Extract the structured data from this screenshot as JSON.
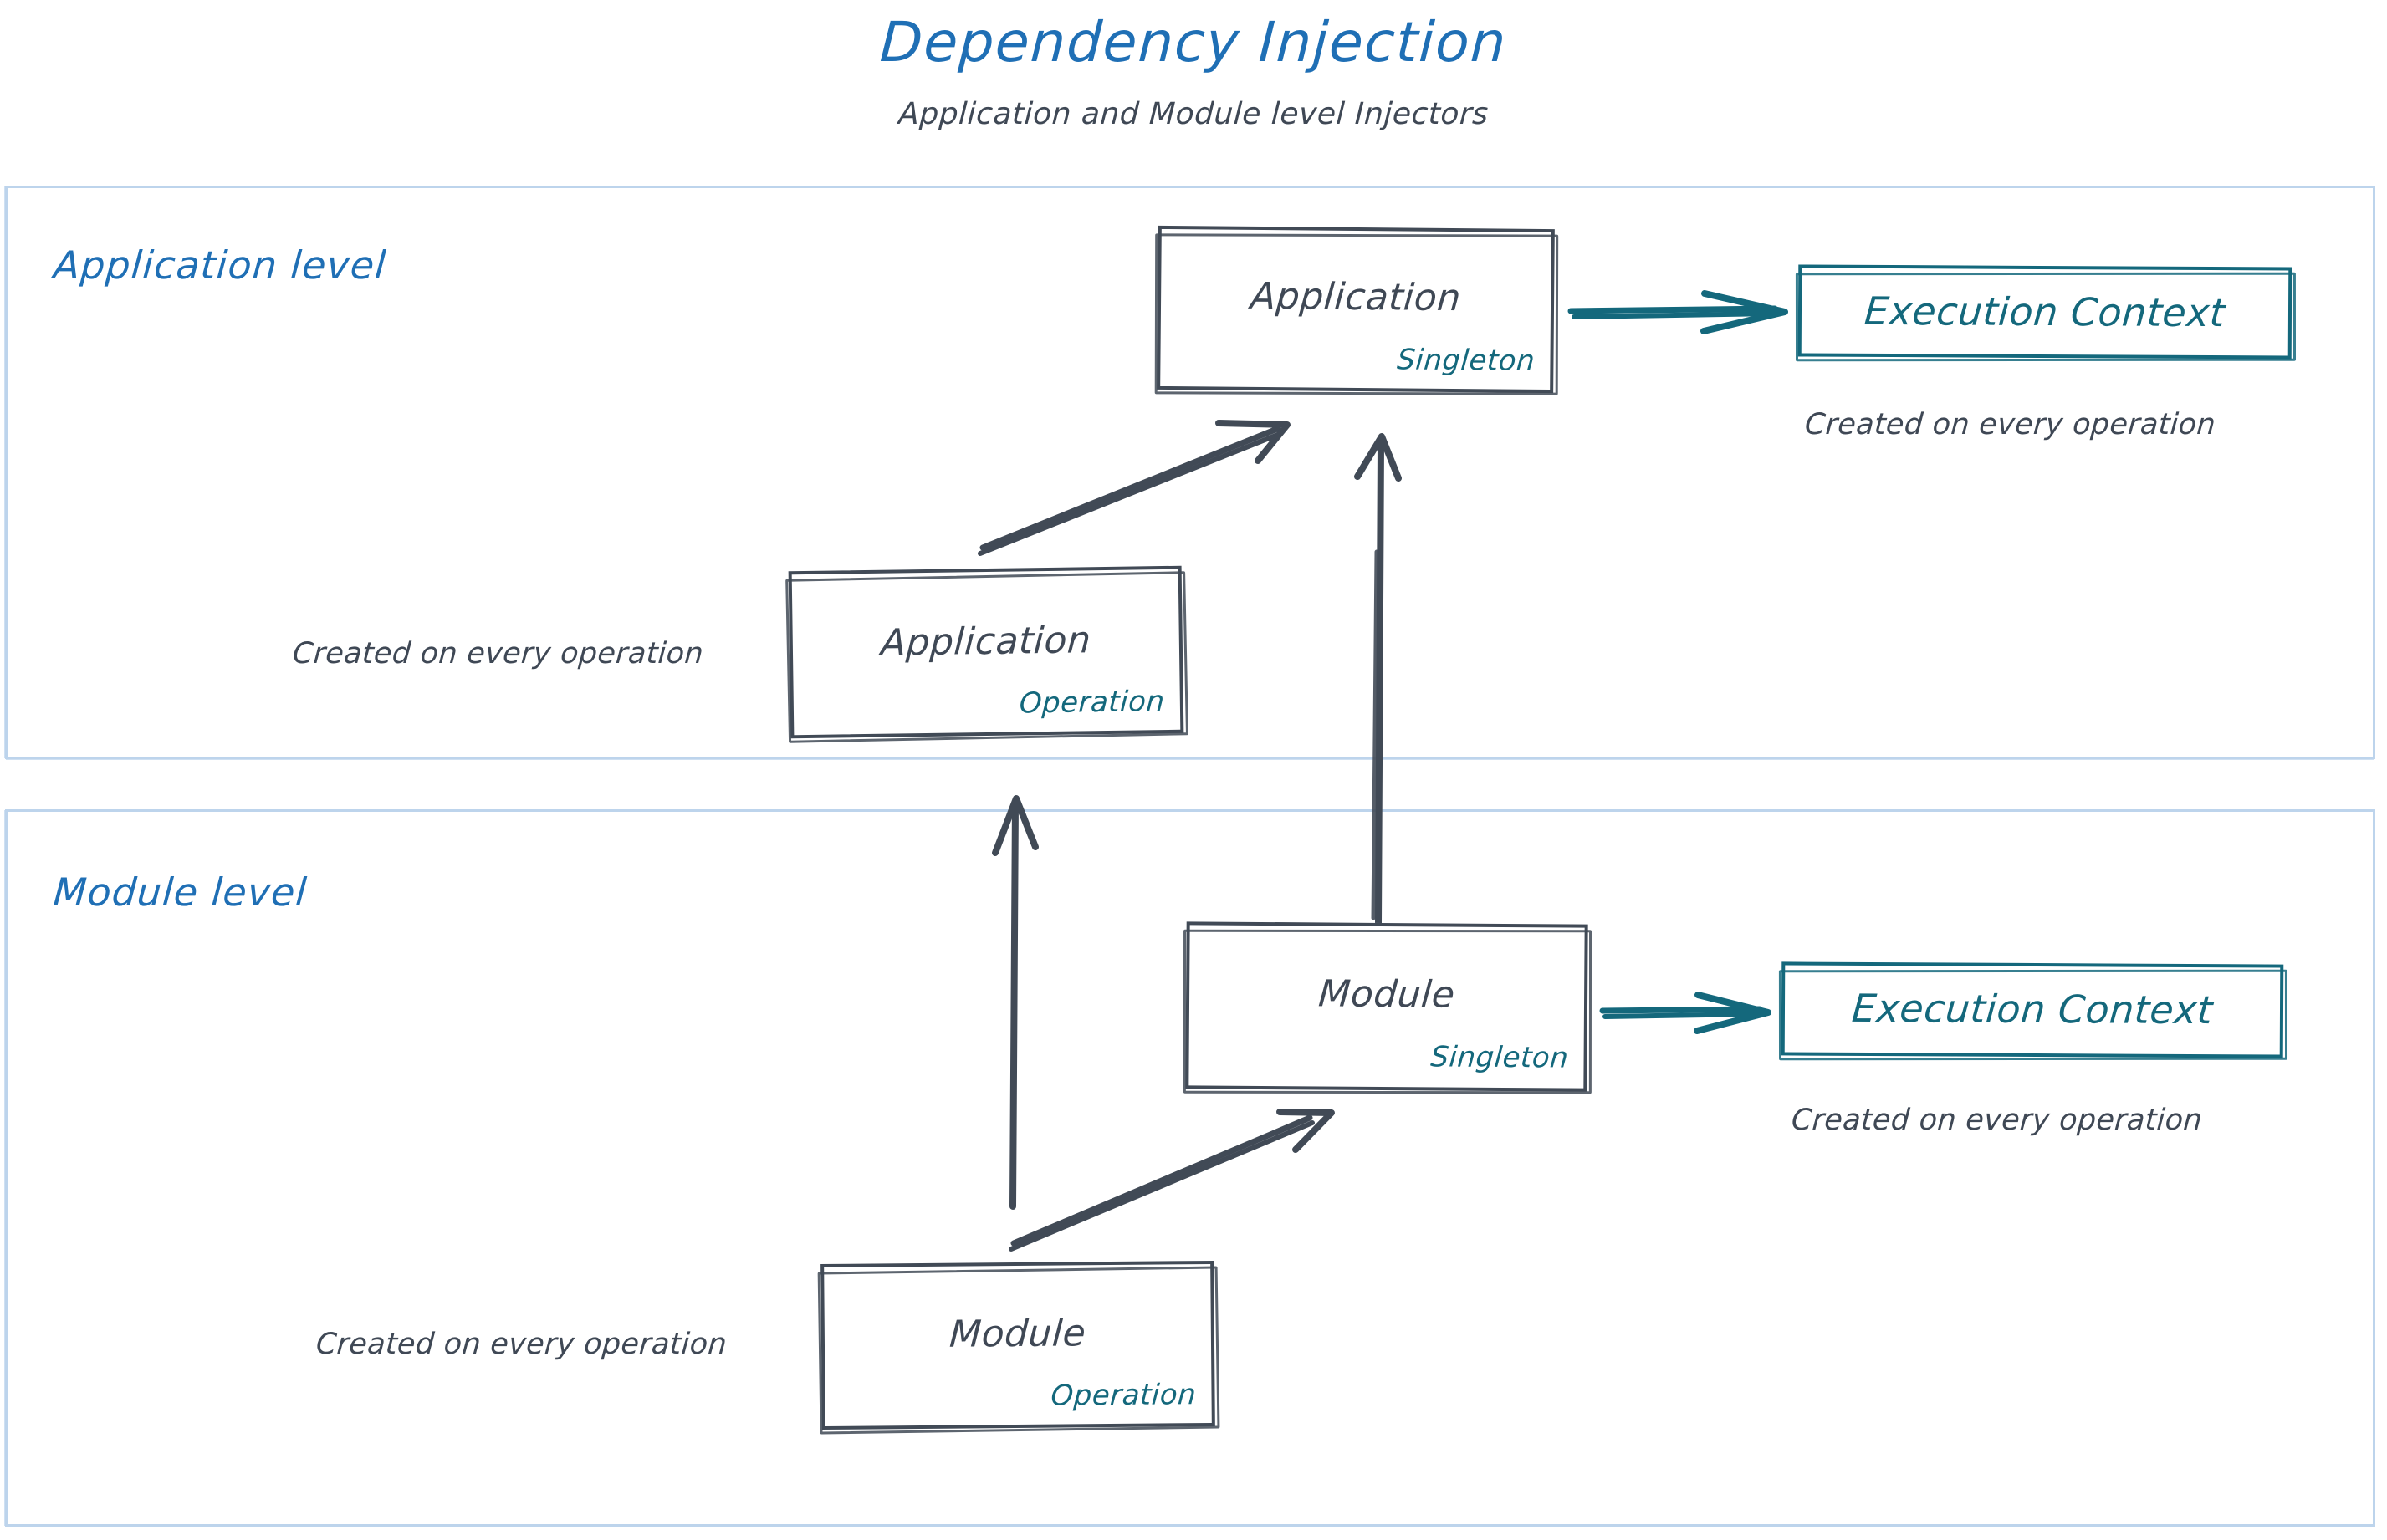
{
  "header": {
    "title": "Dependency Injection",
    "subtitle": "Application and Module level Injectors"
  },
  "colors": {
    "title_blue": "#1f6fb5",
    "level_label_blue": "#1f6fb5",
    "container_border": "#bdd4ec",
    "sketch_ink": "#414a56",
    "teal_accent": "#14687c",
    "caption_gray": "#3f4855",
    "background": "#ffffff"
  },
  "levels": [
    {
      "id": "application",
      "label": "Application level",
      "nodes": [
        {
          "id": "app-singleton",
          "title": "Application",
          "scope": "Singleton",
          "style": "ink"
        },
        {
          "id": "app-operation",
          "title": "Application",
          "scope": "Operation",
          "style": "ink"
        },
        {
          "id": "exec-app",
          "title": "Execution Context",
          "scope": "",
          "style": "teal"
        }
      ],
      "captions": [
        {
          "id": "caption-exec-app",
          "text": "Created on every operation",
          "for": "exec-app"
        },
        {
          "id": "caption-app-op",
          "text": "Created on every operation",
          "for": "app-operation"
        }
      ]
    },
    {
      "id": "module",
      "label": "Module level",
      "nodes": [
        {
          "id": "mod-singleton",
          "title": "Module",
          "scope": "Singleton",
          "style": "ink"
        },
        {
          "id": "mod-operation",
          "title": "Module",
          "scope": "Operation",
          "style": "ink"
        },
        {
          "id": "exec-mod",
          "title": "Execution Context",
          "scope": "",
          "style": "teal"
        }
      ],
      "captions": [
        {
          "id": "caption-exec-mod",
          "text": "Created on every operation",
          "for": "exec-mod"
        },
        {
          "id": "caption-mod-op",
          "text": "Created on every operation",
          "for": "mod-operation"
        }
      ]
    }
  ],
  "edges": [
    {
      "id": "edge-app-singleton-to-exec",
      "from": "app-singleton",
      "to": "exec-app",
      "color": "teal",
      "direction": "right"
    },
    {
      "id": "edge-app-operation-to-singleton",
      "from": "app-operation",
      "to": "app-singleton",
      "color": "ink",
      "direction": "up-right"
    },
    {
      "id": "edge-mod-singleton-to-app-singleton",
      "from": "mod-singleton",
      "to": "app-singleton",
      "color": "ink",
      "direction": "up"
    },
    {
      "id": "edge-mod-operation-to-app-operation",
      "from": "mod-operation",
      "to": "app-operation",
      "color": "ink",
      "direction": "up"
    },
    {
      "id": "edge-mod-operation-to-mod-singleton",
      "from": "mod-operation",
      "to": "mod-singleton",
      "color": "ink",
      "direction": "up-right"
    },
    {
      "id": "edge-mod-singleton-to-exec",
      "from": "mod-singleton",
      "to": "exec-mod",
      "color": "teal",
      "direction": "right"
    }
  ]
}
